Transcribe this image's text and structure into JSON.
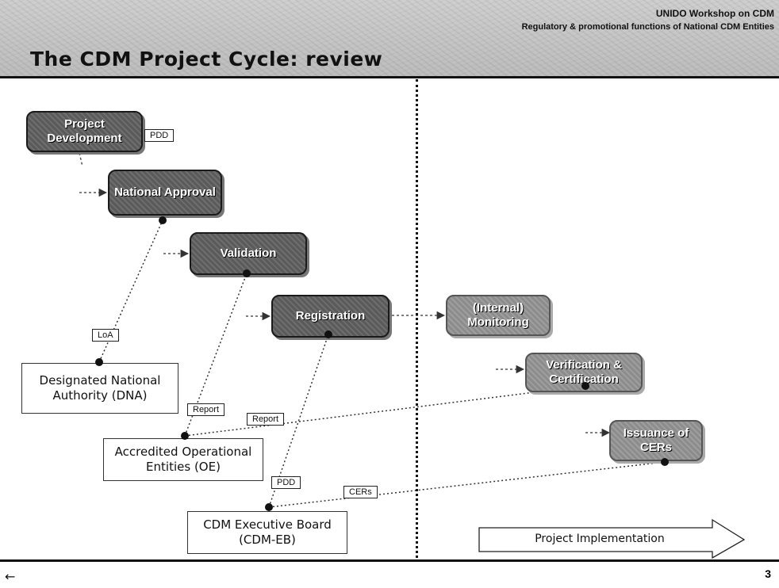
{
  "header": {
    "line1": "UNIDO Workshop on CDM",
    "line2": "Regulatory & promotional functions of National CDM Entities",
    "title": "The CDM Project Cycle:  review"
  },
  "steps": {
    "project_development": "Project Development",
    "national_approval": "National Approval",
    "validation": "Validation",
    "registration": "Registration",
    "monitoring": "(Internal) Monitoring",
    "verification": "Verification & Certification",
    "issuance": "Issuance of CERs"
  },
  "tags": {
    "pdd_top": "PDD",
    "loa": "LoA",
    "report1": "Report",
    "report2": "Report",
    "pdd_bottom": "PDD",
    "cers": "CERs"
  },
  "entities": {
    "dna": "Designated National Authority (DNA)",
    "oe": "Accredited Operational Entities (OE)",
    "eb": "CDM Executive Board (CDM-EB)"
  },
  "phase_arrow": "Project Implementation",
  "page_number": "3",
  "footer_icon": "arrow-return-icon"
}
